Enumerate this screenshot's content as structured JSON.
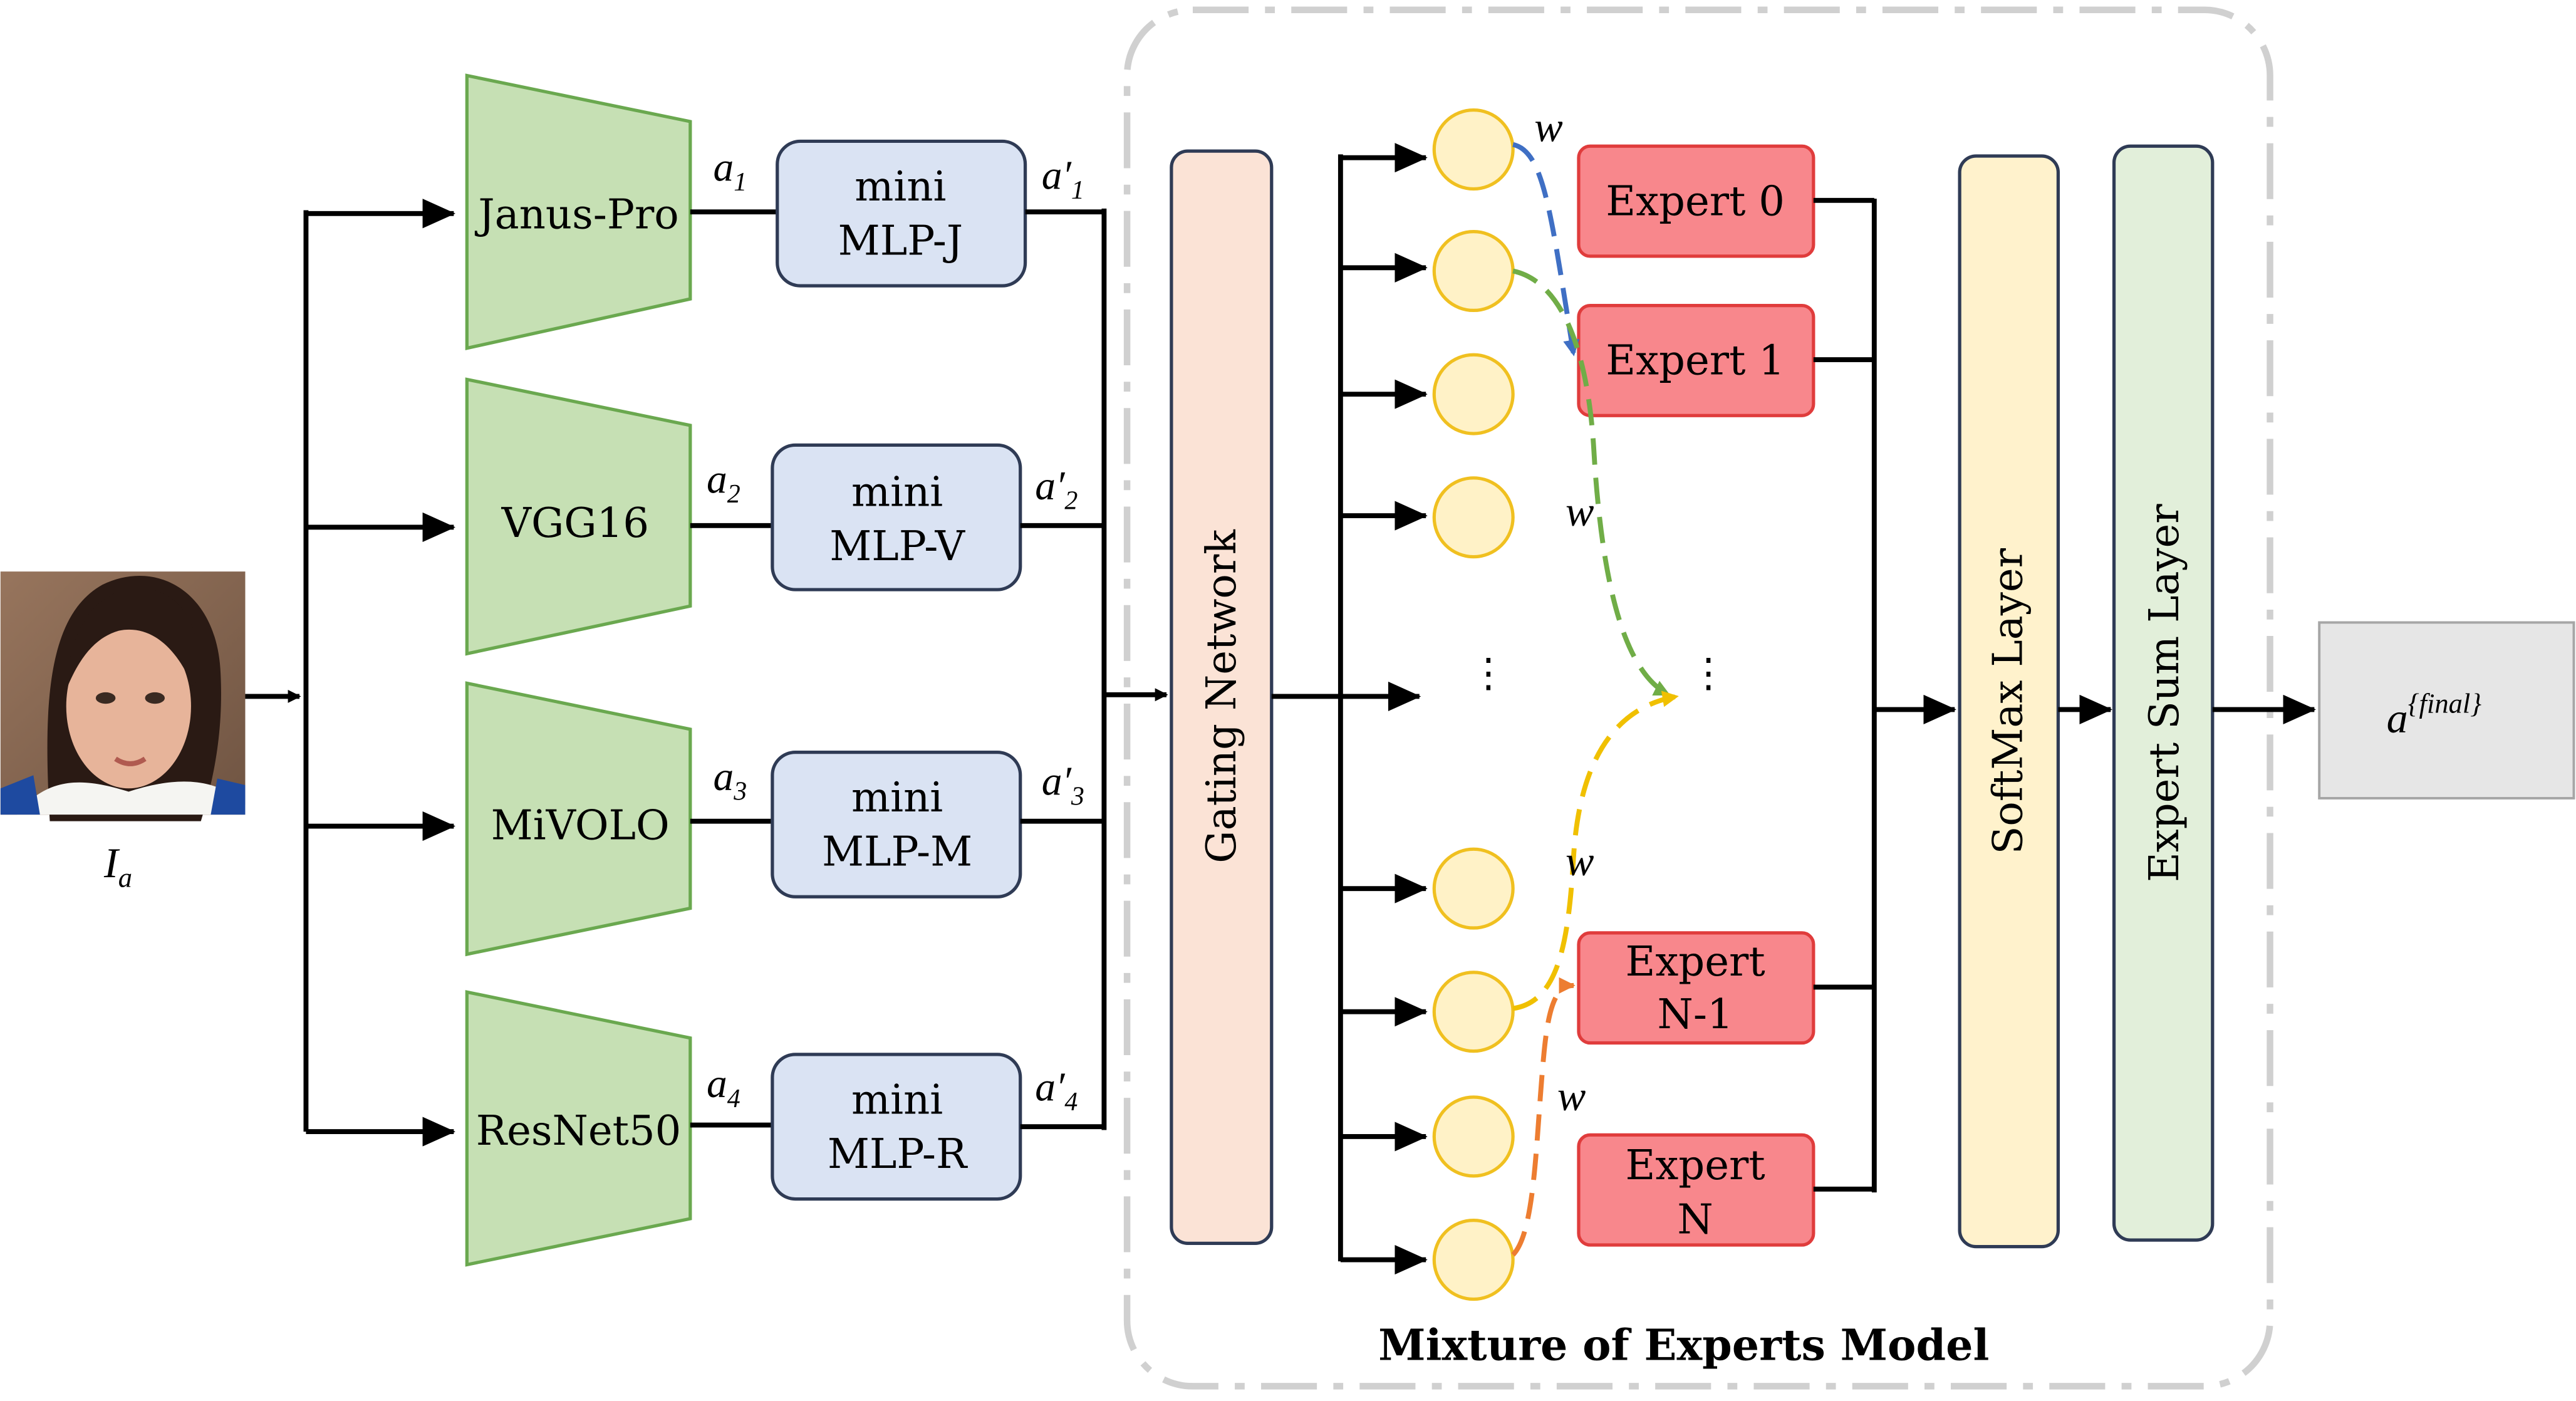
{
  "input": {
    "label_base": "I",
    "label_sub": "a"
  },
  "backbones": [
    {
      "name": "Janus-Pro",
      "out_base": "a",
      "out_sub": "1",
      "mlp_line1": "mini",
      "mlp_line2": "MLP-J",
      "mlp_out_base": "a′",
      "mlp_out_sub": "1"
    },
    {
      "name": "VGG16",
      "out_base": "a",
      "out_sub": "2",
      "mlp_line1": "mini",
      "mlp_line2": "MLP-V",
      "mlp_out_base": "a′",
      "mlp_out_sub": "2"
    },
    {
      "name": "MiVOLO",
      "out_base": "a",
      "out_sub": "3",
      "mlp_line1": "mini",
      "mlp_line2": "MLP-M",
      "mlp_out_base": "a′",
      "mlp_out_sub": "3"
    },
    {
      "name": "ResNet50",
      "out_base": "a",
      "out_sub": "4",
      "mlp_line1": "mini",
      "mlp_line2": "MLP-R",
      "mlp_out_base": "a′",
      "mlp_out_sub": "4"
    }
  ],
  "moe": {
    "title": "Mixture of Experts Model",
    "gating": "Gating Network",
    "softmax": "SoftMax Layer",
    "expert_sum": "Expert Sum Layer",
    "weight_label": "w",
    "ellipsis": "⋮",
    "experts": [
      {
        "line1": "Expert 0",
        "line2": ""
      },
      {
        "line1": "Expert 1",
        "line2": ""
      },
      {
        "line1": "Expert",
        "line2": "N-1"
      },
      {
        "line1": "Expert",
        "line2": "N"
      }
    ]
  },
  "output": {
    "base": "a",
    "sup": "{final}"
  },
  "colors": {
    "backbone_fill": "#c6e0b4",
    "backbone_stroke": "#6aa84f",
    "mlp_fill": "#dae3f3",
    "mlp_stroke": "#2f3b55",
    "gating_fill": "#fbe3d6",
    "expert_fill": "#f8878c",
    "expert_stroke": "#e03c3c",
    "node_fill": "#fff2c7",
    "node_stroke": "#f0c020",
    "softmax_fill": "#fff2cc",
    "sum_fill": "#e2efda",
    "output_fill": "#e6e6e6",
    "blue_arrow": "#3f6fc4",
    "green_arrow": "#70ad47",
    "yellow_arrow": "#f0c000",
    "orange_arrow": "#ed7d31"
  }
}
